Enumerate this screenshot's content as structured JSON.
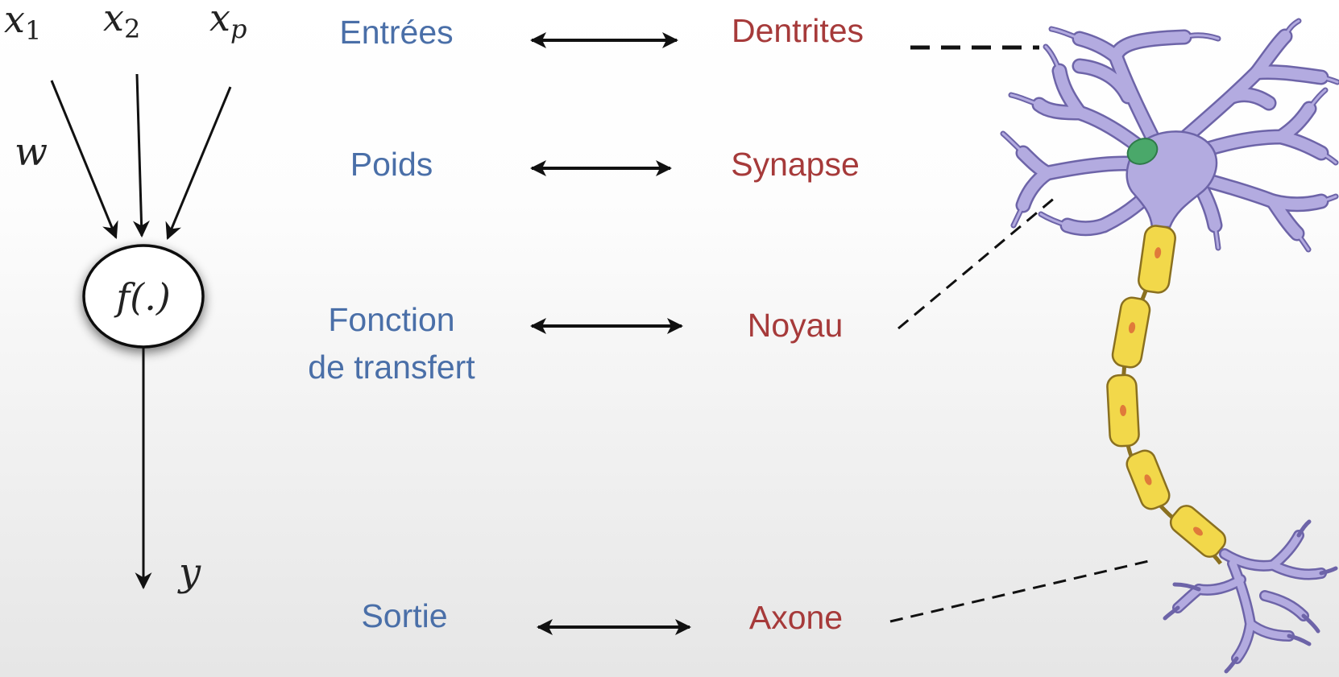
{
  "model": {
    "inputs": [
      {
        "symbol": "x",
        "subscript": "1"
      },
      {
        "symbol": "x",
        "subscript": "2"
      },
      {
        "symbol": "x",
        "subscript": "p"
      }
    ],
    "weight_symbol": "w",
    "node_label": "f(.)",
    "output_symbol": "y"
  },
  "correspondences": [
    {
      "artificial": "Entrées",
      "biological": "Dentrites"
    },
    {
      "artificial": "Poids",
      "biological": "Synapse"
    },
    {
      "artificial_line1": "Fonction",
      "artificial_line2": "de transfert",
      "biological": "Noyau"
    },
    {
      "artificial": "Sortie",
      "biological": "Axone"
    }
  ],
  "colors": {
    "artificial_labels": "#4a6fa8",
    "biological_labels": "#a63a3a",
    "neuron_body": "#b3abe0",
    "neuron_outline": "#6d64a8",
    "nucleus": "#4aa86a",
    "myelin": "#f2d84a",
    "myelin_outline": "#8a7020",
    "myelin_nucleus": "#e07a3a"
  }
}
